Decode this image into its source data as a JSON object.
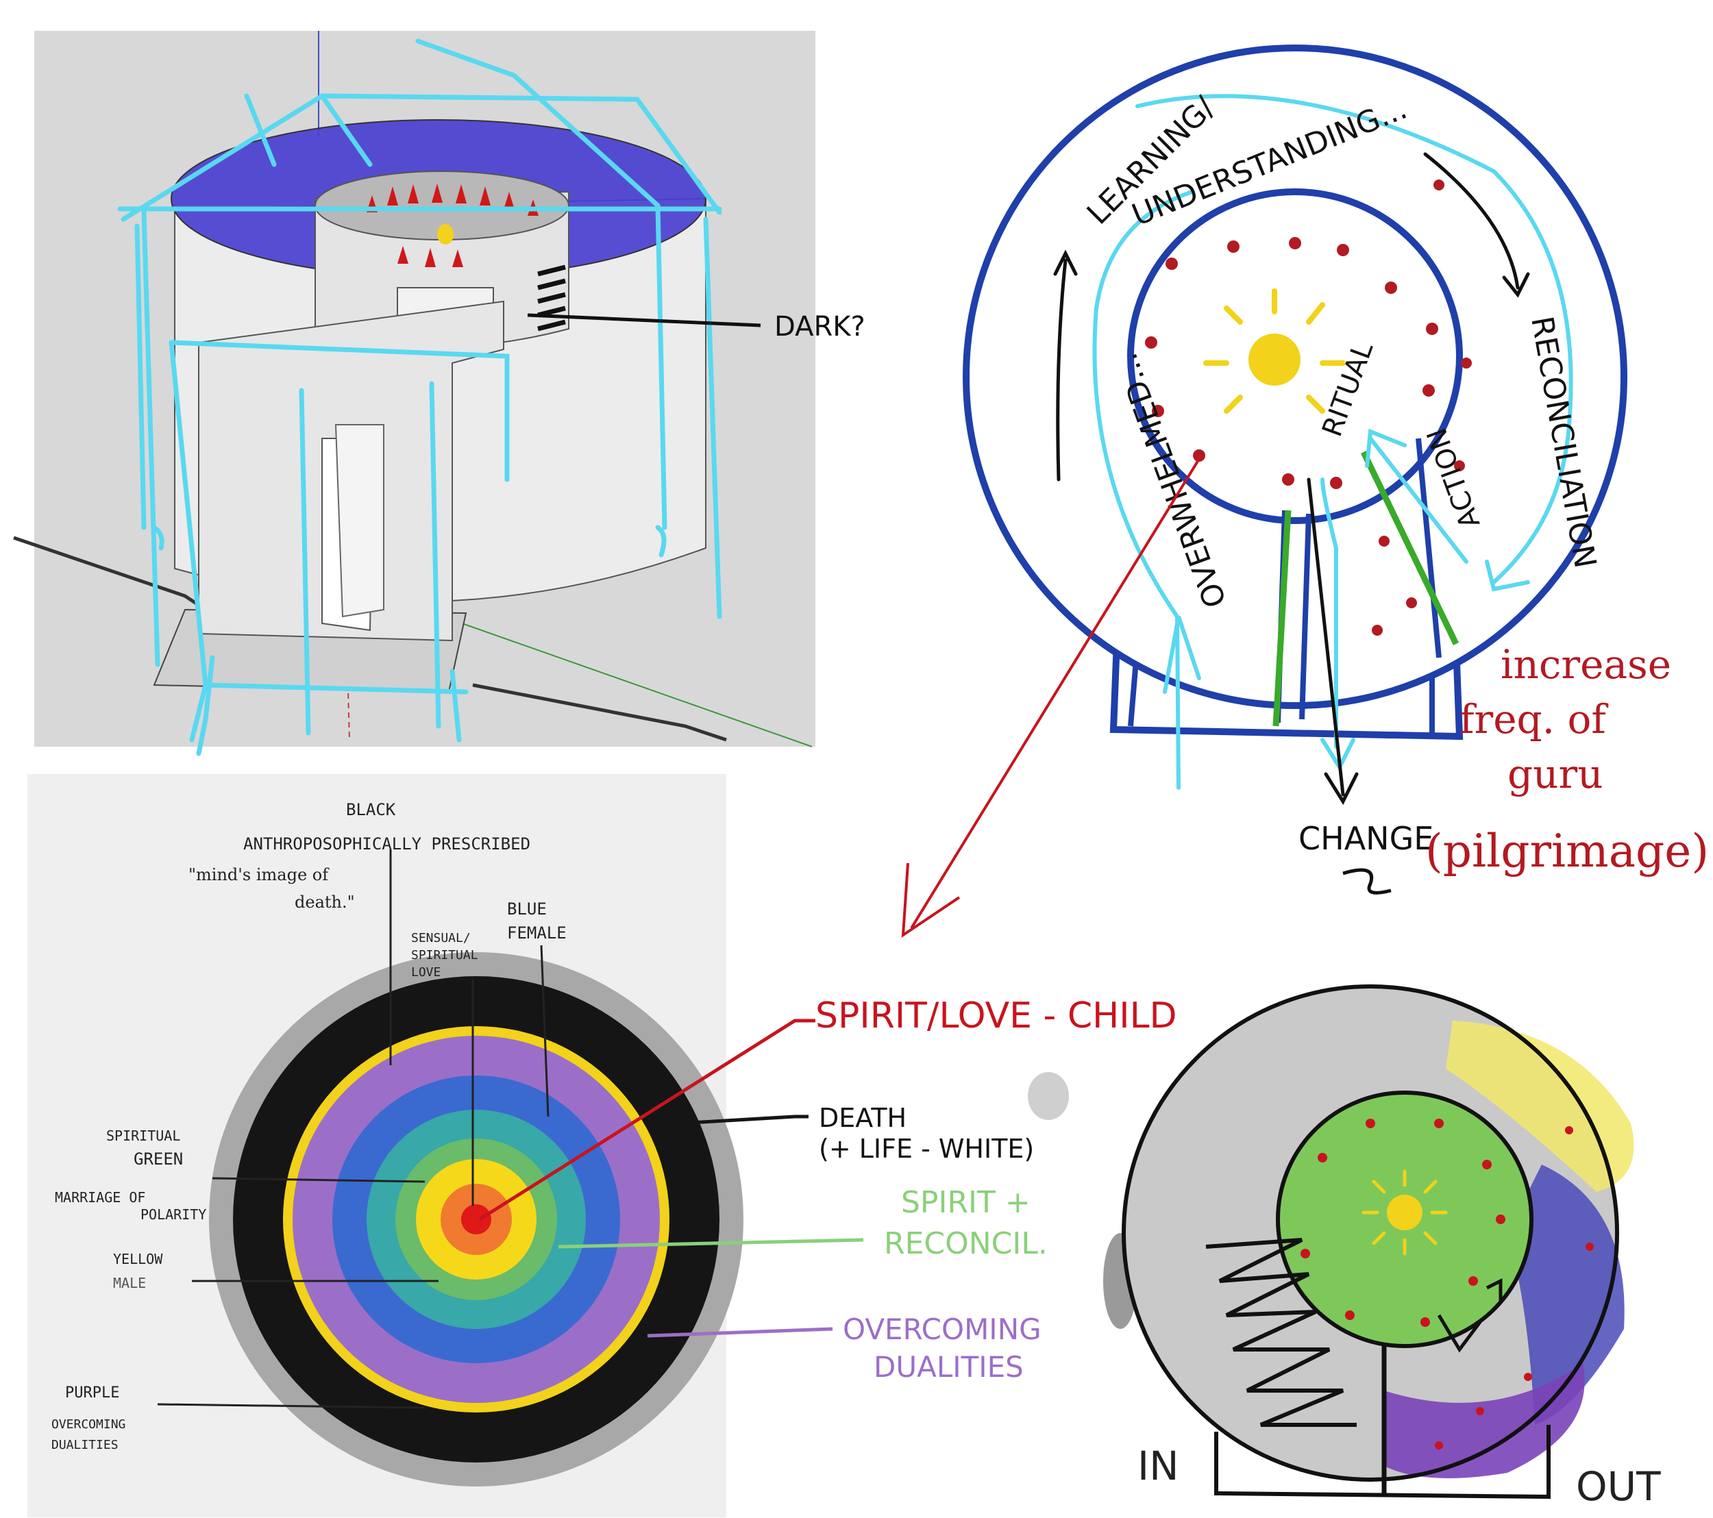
{
  "model_sketch": {
    "label_dark": "DARK?"
  },
  "ring_diagram": {
    "label_learning": "LEARNING/",
    "label_understanding": "UNDERSTANDING...",
    "label_reconciliation": "RECONCILIATION",
    "label_overwhelmed": "OVERWHELMED...",
    "label_ritual": "RITUAL",
    "label_action": "ACTION",
    "label_change": "CHANGE",
    "note_line1": "increase",
    "note_line2": "freq. of",
    "note_line3": "guru",
    "note_pilgrimage": "(pilgrimage)"
  },
  "color_wheel_page": {
    "label_black": "BLACK",
    "label_anthro": "ANTHROPOSOPHICALLY PRESCRIBED",
    "quote_line1": "\"mind's image of",
    "quote_line2": "death.\"",
    "label_sensual_1": "SENSUAL/",
    "label_sensual_2": "SPIRITUAL",
    "label_sensual_3": "LOVE",
    "label_blue": "BLUE",
    "label_female": "FEMALE",
    "label_spiritual": "SPIRITUAL",
    "label_green": "GREEN",
    "label_marriage_1": "MARRIAGE OF",
    "label_marriage_2": "POLARITY",
    "label_yellow": "YELLOW",
    "label_male": "MALE",
    "label_purple": "PURPLE",
    "label_overcoming_1": "OVERCOMING",
    "label_overcoming_2": "DUALITIES"
  },
  "annotations": {
    "spirit_love": "SPIRIT/LOVE - CHILD",
    "death_1": "DEATH",
    "death_2": "(+ LIFE - WHITE)",
    "spirit_reconcil_1": "SPIRIT +",
    "spirit_reconcil_2": "RECONCIL.",
    "overcoming_1": "OVERCOMING",
    "overcoming_2": "DUALITIES"
  },
  "plan_sketch": {
    "label_in": "IN",
    "label_out": "OUT"
  },
  "colors": {
    "sketch_cyan": "#5ad8f0",
    "ring_blue": "#1f3faa",
    "annotation_red": "#c8141e",
    "dark_red": "#b31a22",
    "green": "#3aaa2a",
    "light_green": "#8ad07a",
    "purple": "#9b6fc8",
    "sun_yellow": "#f2d21a"
  }
}
